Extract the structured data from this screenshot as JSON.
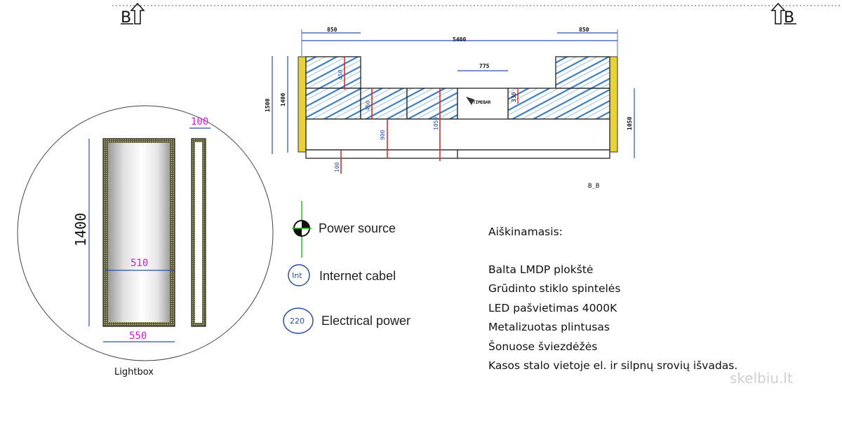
{
  "section": {
    "marker": "B",
    "view_label": "B_B"
  },
  "plan": {
    "dimensions": {
      "top_left": "850",
      "overall": "5400",
      "top_right": "850",
      "left_outer": "1500",
      "left_inner": "1400",
      "right": "1050",
      "center": "775",
      "red_top_left": "450",
      "red_mid": "450",
      "red_lower": "900",
      "red_tall": "1050",
      "red_bottom": "100",
      "red_center": "330"
    },
    "logo_text": "TIMEBAR"
  },
  "lightbox": {
    "height": "1400",
    "depth": "100",
    "inner_width": "510",
    "outer_width": "550",
    "caption": "Lightbox"
  },
  "legend": {
    "power": {
      "label": "Power source"
    },
    "internet": {
      "symbol": "Int",
      "label": "Internet cabel"
    },
    "electrical": {
      "symbol": "220",
      "label": "Electrical power"
    }
  },
  "notes": {
    "title": "Aiškinamasis:",
    "items": [
      "Balta LMDP plokštė",
      "Grūdinto stiklo spintelės",
      "LED pašvietimas 4000K",
      "Metalizuotas plintusas",
      "Šonuose šviezdėžės",
      "Kasos stalo vietoje el. ir silpnų srovių išvadas."
    ]
  },
  "watermark": "skelbiu.lt",
  "colors": {
    "dimension_blue": "#2b4fb0",
    "glass_blue": "#3b7ec4",
    "red": "#e02a2a",
    "magenta": "#d020d0",
    "yellow": "#e8d23a",
    "green": "#1fb81f"
  }
}
